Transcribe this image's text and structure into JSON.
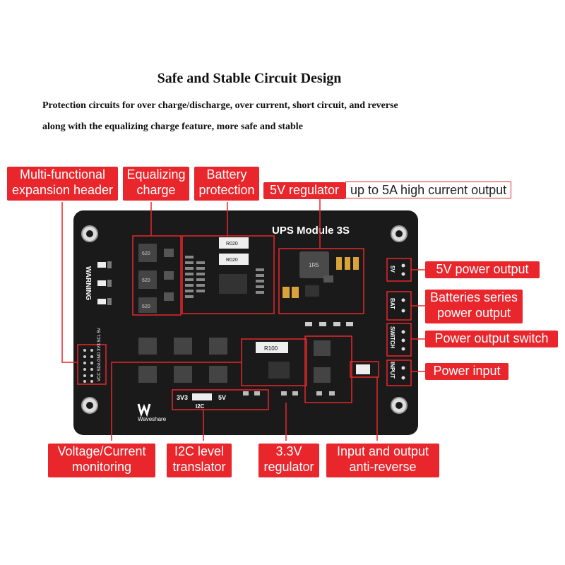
{
  "header": {
    "title": "Safe and Stable Circuit Design",
    "desc_line1": "Protection circuits for over charge/discharge, over current, short circuit, and reverse",
    "desc_line2": "along with the equalizing charge feature, more safe and stable"
  },
  "board": {
    "name": "UPS Module 3S",
    "warning": "WARNING",
    "brand": "Waveshare",
    "i2c": "I2C",
    "v33": "3V3",
    "v5": "5V",
    "side_5v": "5V",
    "side_bat": "BAT",
    "side_switch": "SWITCH",
    "side_input": "INPUT",
    "resistor1": "R020",
    "resistor2": "R020",
    "resistor3": "R100",
    "inductor": "1R5",
    "header_pins": "VCC SDA GND 3V3 SCL 5V"
  },
  "callouts": {
    "expansion": [
      "Multi-functional",
      "expansion header"
    ],
    "equalizing": [
      "Equalizing",
      "charge"
    ],
    "battery": [
      "Battery",
      "protection"
    ],
    "reg5v": "5V regulator",
    "reg5v_note": "up to 5A high current output",
    "out5v": "5V power output",
    "bat_series": [
      "Batteries series",
      "power output"
    ],
    "switch": "Power output switch",
    "input": "Power input",
    "monitor": [
      "Voltage/Current",
      "monitoring"
    ],
    "i2c": [
      "I2C level",
      "translator"
    ],
    "reg33": [
      "3.3V",
      "regulator"
    ],
    "antirev": [
      "Input and output",
      "anti-reverse"
    ]
  },
  "colors": {
    "accent": "#e8262b",
    "board": "#1a1a1a"
  }
}
